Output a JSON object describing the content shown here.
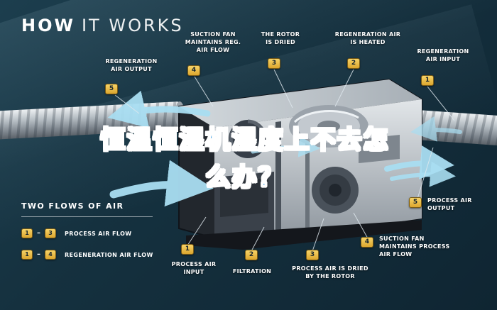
{
  "title": {
    "bold": "HOW",
    "light": "IT WORKS"
  },
  "overlay_question": {
    "line1": "恒温恒湿机湿度上不去怎",
    "line2": "么办？"
  },
  "callouts": {
    "regen_output": {
      "num": "5",
      "label": "REGENERATION AIR OUTPUT"
    },
    "suction_reg": {
      "num": "4",
      "label": "SUCTION FAN MAINTAINS REG. AIR FLOW"
    },
    "rotor_dried": {
      "num": "3",
      "label": "THE ROTOR IS DRIED"
    },
    "regen_heated": {
      "num": "2",
      "label": "REGENERATION AIR IS HEATED"
    },
    "regen_input": {
      "num": "1",
      "label": "REGENERATION AIR INPUT"
    },
    "process_output": {
      "num": "5",
      "label": "PROCESS AIR OUTPUT"
    },
    "suction_process": {
      "num": "4",
      "label": "SUCTION FAN MAINTAINS PROCESS AIR FLOW"
    },
    "process_dried": {
      "num": "3",
      "label": "PROCESS AIR IS DRIED BY THE ROTOR"
    },
    "filtration": {
      "num": "2",
      "label": "FILTRATION"
    },
    "process_input": {
      "num": "1",
      "label": "PROCESS AIR INPUT"
    }
  },
  "legend": {
    "title": "TWO FLOWS OF AIR",
    "dash": "–",
    "rows": [
      {
        "from": "1",
        "to": "3",
        "label": "PROCESS AIR FLOW"
      },
      {
        "from": "1",
        "to": "4",
        "label": "REGENERATION AIR FLOW"
      }
    ]
  },
  "colors": {
    "background": "#15313f",
    "badge_gold": "#e9bc3f",
    "flow_arrow_blue": "#a9def2",
    "question_blue": "#1e8fdc",
    "label_text": "#ffffff"
  }
}
